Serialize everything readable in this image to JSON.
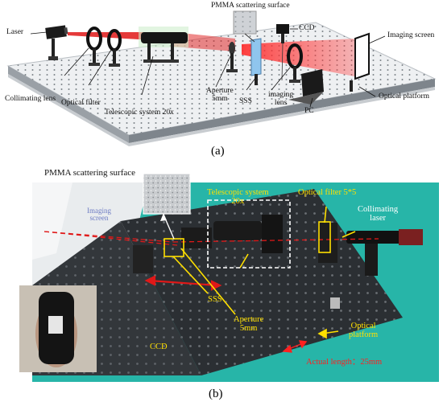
{
  "panel_a": {
    "caption": "(a)",
    "labels": {
      "laser": "Laser",
      "collimating_lens": "Collimating lens",
      "optical_filter": "Optical filter",
      "telescopic_system": "Telescopic system 20x",
      "aperture": "Aperture\n5mm",
      "sss": "SSS",
      "imaging_lens": "imaging\nlens",
      "pc": "PC",
      "optical_platform": "Optical platform",
      "imaging_screen": "Imaging screen",
      "ccd": "CCD",
      "pmma": "PMMA scattering surface"
    }
  },
  "panel_b": {
    "caption": "(b)",
    "labels": {
      "pmma": "PMMA scattering surface",
      "imaging_screen": "Imaging\nscreen",
      "telescopic_system": "Telescopic system\n20x",
      "optical_filter": "Optical filter 5*5",
      "collimating_laser": "Collimating\nlaser",
      "sss": "SSS",
      "aperture": "Aperture\n5mm",
      "optical_platform": "Optical\nplatform",
      "ccd": "CCD",
      "actual_length": "Actual length：25mm"
    }
  },
  "colors": {
    "beam": "#e01818",
    "label_yellow": "#ffe000",
    "label_red": "#ff2020",
    "platform": "#eef0f2",
    "bench": "#2b2f33",
    "backdrop": "#27b5a8"
  }
}
